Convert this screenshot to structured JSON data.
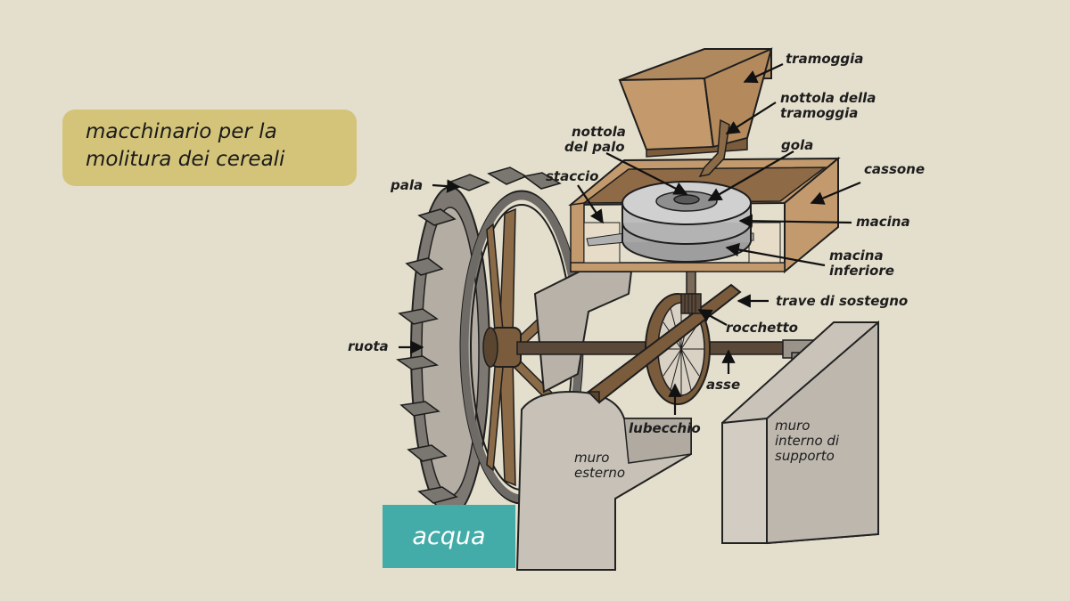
{
  "title": {
    "line1": "macchinario per la",
    "line2": "molitura dei cereali"
  },
  "water_label": "acqua",
  "labels": {
    "tramoggia": "tramoggia",
    "nottola_tramoggia_1": "nottola della",
    "nottola_tramoggia_2": "tramoggia",
    "nottola_palo_1": "nottola",
    "nottola_palo_2": "del palo",
    "gola": "gola",
    "cassone": "cassone",
    "pala": "pala",
    "staccio": "staccio",
    "macina": "macina",
    "macina_inferiore_1": "macina",
    "macina_inferiore_2": "inferiore",
    "trave": "trave di sostegno",
    "ruota": "ruota",
    "rocchetto": "rocchetto",
    "asse": "asse",
    "lubecchio": "lubecchio",
    "muro_esterno_1": "muro",
    "muro_esterno_2": "esterno",
    "muro_interno_1": "muro",
    "muro_interno_2": "interno di",
    "muro_interno_3": "supporto"
  },
  "colors": {
    "background": "#e4dfcd",
    "title_box": "#d4c47a",
    "water": "#43aca9",
    "wood": "#c49a6c",
    "wall": "#c2bcb2",
    "millstone": "#a9a9a9",
    "wheel": "#808080"
  }
}
